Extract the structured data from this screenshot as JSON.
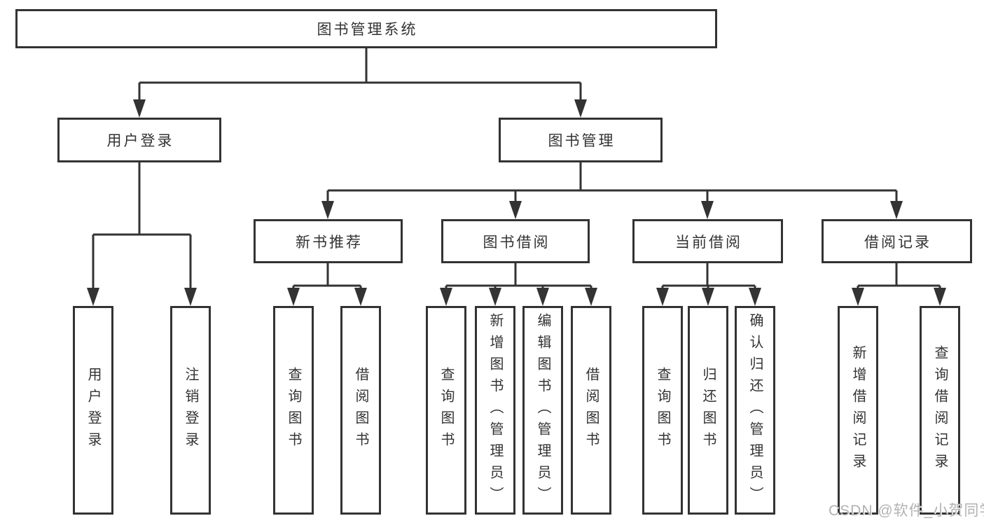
{
  "colors": {
    "line": "#333333",
    "box_border": "#333333",
    "text": "#333333",
    "background": "#ffffff",
    "watermark": "#b2b2b2"
  },
  "watermark": {
    "text": "CSDN @软件_小贺同学"
  },
  "tree": {
    "label": "图书管理系统",
    "children": [
      {
        "label": "用户登录",
        "children": [
          {
            "label": "用户登录"
          },
          {
            "label": "注销登录"
          }
        ]
      },
      {
        "label": "图书管理",
        "children": [
          {
            "label": "新书推荐",
            "children": [
              {
                "label": "查询图书"
              },
              {
                "label": "借阅图书"
              }
            ]
          },
          {
            "label": "图书借阅",
            "children": [
              {
                "label": "查询图书"
              },
              {
                "label": "新增图书（管理员）"
              },
              {
                "label": "编辑图书（管理员）"
              },
              {
                "label": "借阅图书"
              }
            ]
          },
          {
            "label": "当前借阅",
            "children": [
              {
                "label": "查询图书"
              },
              {
                "label": "归还图书"
              },
              {
                "label": "确认归还（管理员）"
              }
            ]
          },
          {
            "label": "借阅记录",
            "children": [
              {
                "label": "新增借阅记录"
              },
              {
                "label": "查询借阅记录"
              }
            ]
          }
        ]
      }
    ]
  }
}
